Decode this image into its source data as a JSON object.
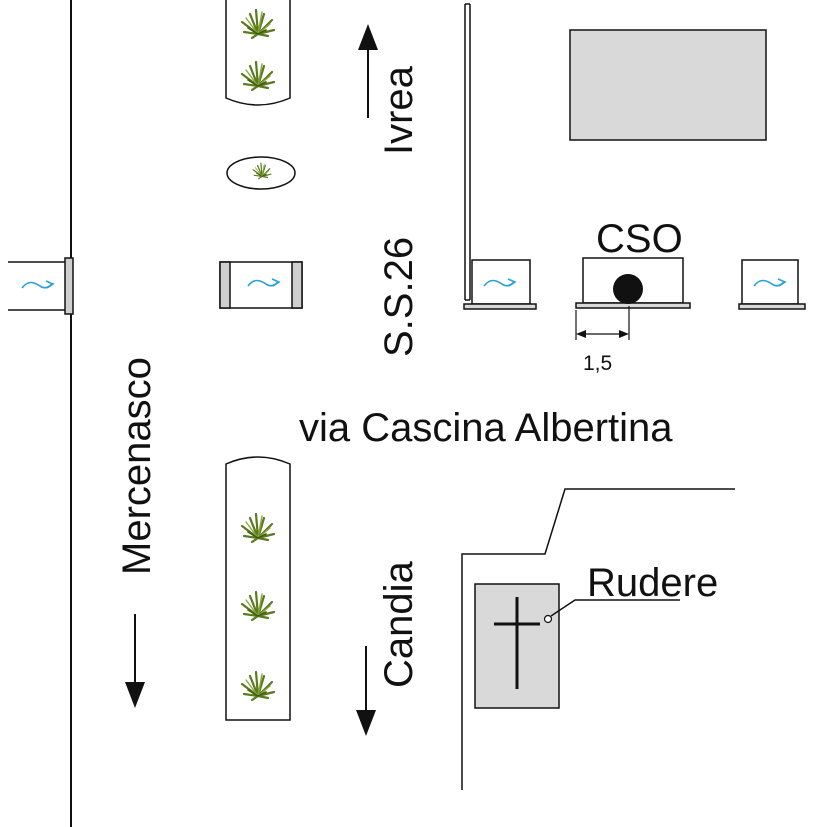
{
  "labels": {
    "direction_north": "Ivrea",
    "road_code": "S.S.26",
    "cso": "CSO",
    "dimension": "1,5",
    "cross_street": "via Cascina Albertina",
    "direction_south": "Candia",
    "side_road": "Mercenasco",
    "ruin": "Rudere"
  },
  "colors": {
    "ink": "#111111",
    "flow_arrow": "#2a9fd8",
    "building_fill": "#d9d9d9",
    "grate_fill": "#cfcfcf",
    "plant_green": "#5a7a1e"
  },
  "icons": {
    "planter": "grass-tuft-icon",
    "inlet": "flow-arrow-icon",
    "ruin_marker": "cross-icon"
  }
}
